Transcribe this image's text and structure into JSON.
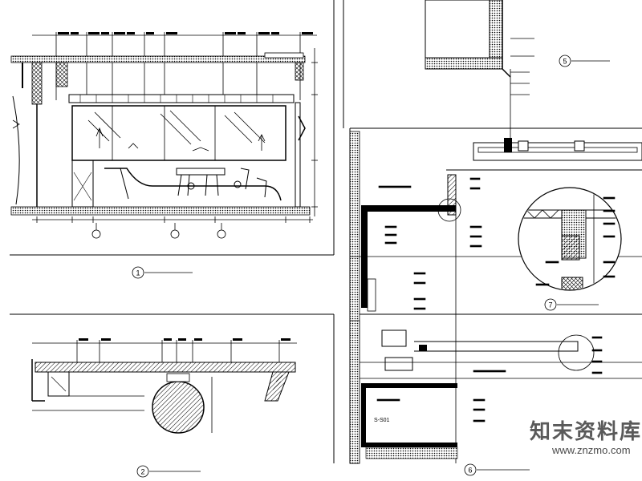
{
  "drawing": {
    "details": [
      {
        "number": "1",
        "title": "",
        "scale": ""
      },
      {
        "number": "2",
        "title": "",
        "scale": ""
      },
      {
        "number": "5",
        "title": "",
        "scale": ""
      },
      {
        "number": "6",
        "title": "",
        "scale": ""
      },
      {
        "number": "7",
        "title": "",
        "scale": ""
      }
    ],
    "annotations": {
      "section_label": "S-S01"
    },
    "colors": {
      "line": "#000000",
      "background": "#ffffff",
      "hatch": "#000000",
      "watermark": "#5a5a5a"
    }
  },
  "watermark": {
    "logo_text": "知末资料库",
    "url": "www.znzmo.com"
  }
}
